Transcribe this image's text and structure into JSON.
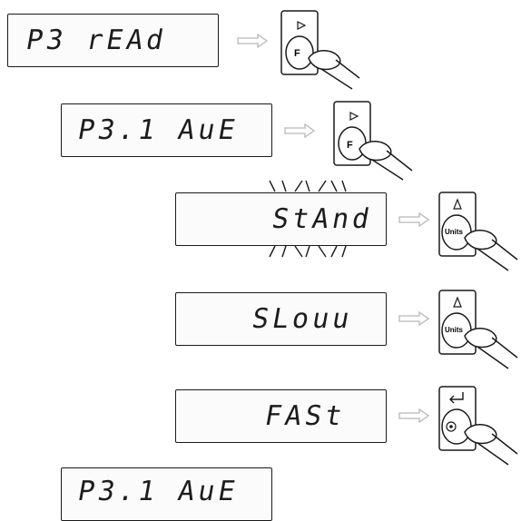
{
  "steps": [
    {
      "display": "P3 rEAd",
      "key": "F",
      "key_symbol": "▷",
      "key_icon": "f-key-icon"
    },
    {
      "display": "P3.1 AuE",
      "key": "F",
      "key_symbol": "▷",
      "key_icon": "f-key-icon"
    },
    {
      "display": "StAnd",
      "key": "Units",
      "key_symbol": "Δ",
      "key_icon": "units-key-icon",
      "blinking": true
    },
    {
      "display": "SLouu",
      "key": "Units",
      "key_symbol": "Δ",
      "key_icon": "units-key-icon"
    },
    {
      "display": "FASt",
      "key": "",
      "key_symbol": "↵",
      "key_icon": "enter-key-icon"
    },
    {
      "display": "P3.1 AuE"
    }
  ],
  "colors": {
    "outline": "#1a1a1a",
    "arrow": "#b8b8b8"
  }
}
